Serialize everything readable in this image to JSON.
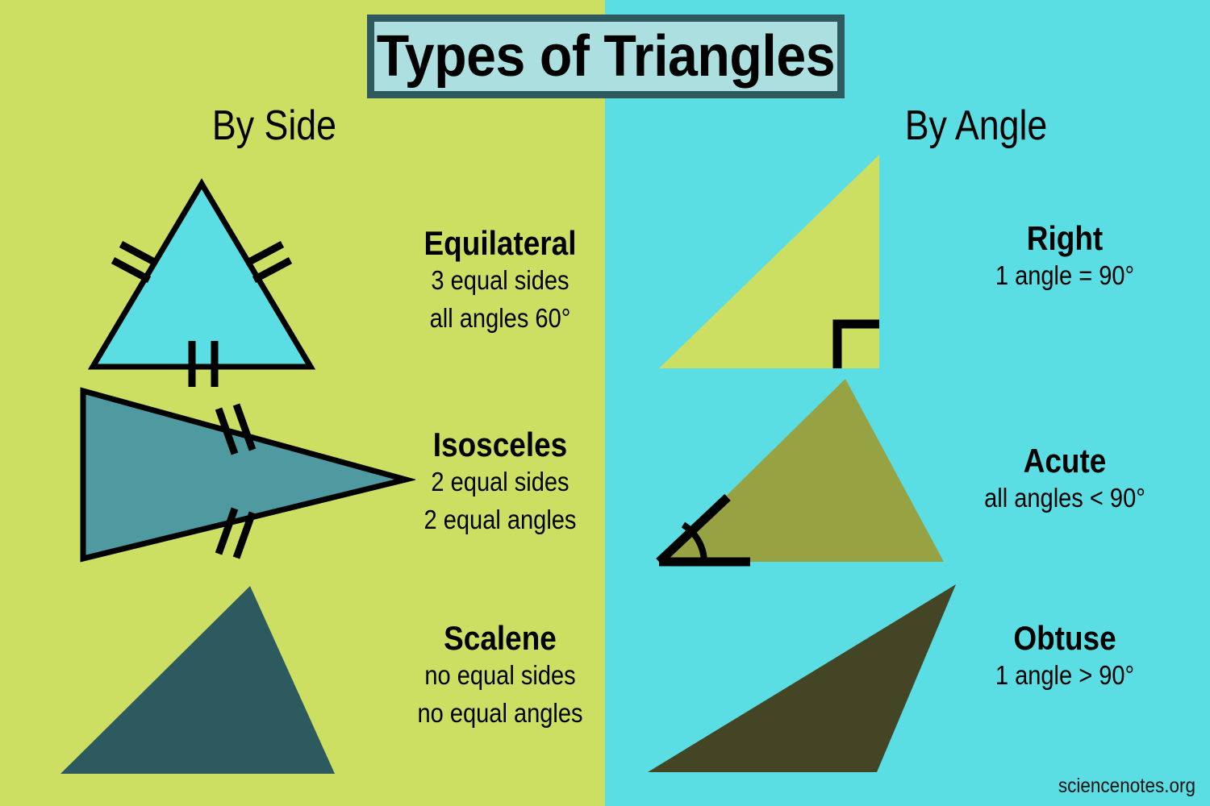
{
  "title": "Types of Triangles",
  "watermark": "sciencenotes.org",
  "colors": {
    "left_background": "#CDDF62",
    "right_background": "#5BDEE3",
    "title_border": "#2D5A5E",
    "title_fill": "#ACE0E0",
    "text": "#000000",
    "equilateral_fill": "#5BDEE3",
    "isosceles_fill": "#4E9AA0",
    "scalene_fill": "#2D5A5E",
    "right_fill": "#CDDF62",
    "acute_fill": "#97A243",
    "obtuse_fill": "#434524",
    "stroke": "#000000"
  },
  "columns": [
    {
      "id": "by-side",
      "heading": "By Side",
      "entries": [
        {
          "id": "equilateral",
          "name": "Equilateral",
          "lines": [
            "3 equal sides",
            "all angles 60°"
          ],
          "figure": "equilateral-triangle",
          "tick_marks": 2,
          "marked_sides": 3
        },
        {
          "id": "isosceles",
          "name": "Isosceles",
          "lines": [
            "2 equal sides",
            "2 equal angles"
          ],
          "figure": "isosceles-triangle",
          "tick_marks": 2,
          "marked_sides": 2
        },
        {
          "id": "scalene",
          "name": "Scalene",
          "lines": [
            "no equal sides",
            "no equal angles"
          ],
          "figure": "scalene-triangle",
          "tick_marks": 0,
          "marked_sides": 0
        }
      ]
    },
    {
      "id": "by-angle",
      "heading": "By Angle",
      "entries": [
        {
          "id": "right",
          "name": "Right",
          "lines": [
            "1 angle = 90°"
          ],
          "figure": "right-triangle",
          "angle_marker": "right-angle-square"
        },
        {
          "id": "acute",
          "name": "Acute",
          "lines": [
            "all angles < 90°"
          ],
          "figure": "acute-triangle",
          "angle_marker": "angle-arc"
        },
        {
          "id": "obtuse",
          "name": "Obtuse",
          "lines": [
            "1 angle > 90°"
          ],
          "figure": "obtuse-triangle",
          "angle_marker": "none"
        }
      ]
    }
  ]
}
